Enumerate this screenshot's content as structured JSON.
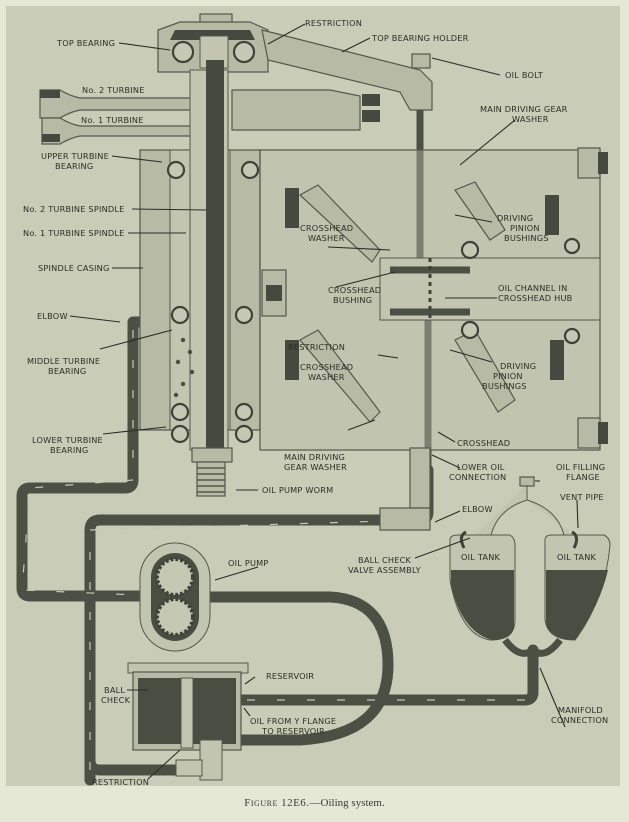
{
  "figure": {
    "caption_prefix": "Figure 12E6.",
    "caption_text": "—Oiling system.",
    "colors": {
      "paper": "#e6e8d6",
      "plate": "#c9cdb8",
      "oil": "#4a4d42",
      "metal": "#b7bba5"
    }
  },
  "labels": {
    "top_bearing": "TOP BEARING",
    "restriction_top": "RESTRICTION",
    "top_bearing_holder": "TOP BEARING HOLDER",
    "oil_bolt": "OIL BOLT",
    "no2_turbine": "No. 2 TURBINE",
    "no1_turbine": "No. 1 TURBINE",
    "main_driving_gear_washer_top_1": "MAIN DRIVING GEAR",
    "main_driving_gear_washer_top_2": "WASHER",
    "upper_turbine_bearing_1": "UPPER TURBINE",
    "upper_turbine_bearing_2": "BEARING",
    "no2_turbine_spindle": "No. 2 TURBINE SPINDLE",
    "no1_turbine_spindle": "No. 1 TURBINE SPINDLE",
    "crosshead_washer_top_1": "CROSSHEAD",
    "crosshead_washer_top_2": "WASHER",
    "driving_pinion_bushings_top_1": "DRIVING",
    "driving_pinion_bushings_top_2": "PINION",
    "driving_pinion_bushings_top_3": "BUSHINGS",
    "spindle_casing": "SPINDLE CASING",
    "crosshead_bushing_1": "CROSSHEAD",
    "crosshead_bushing_2": "BUSHING",
    "oil_channel_1": "OIL CHANNEL IN",
    "oil_channel_2": "CROSSHEAD HUB",
    "elbow_left": "ELBOW",
    "middle_turbine_bearing_1": "MIDDLE TURBINE",
    "middle_turbine_bearing_2": "BEARING",
    "restriction_mid": "RESTRICTION",
    "crosshead_washer_bottom_1": "CROSSHEAD",
    "crosshead_washer_bottom_2": "WASHER",
    "driving_pinion_bushings_bottom_1": "DRIVING",
    "driving_pinion_bushings_bottom_2": "PINION",
    "driving_pinion_bushings_bottom_3": "BUSHINGS",
    "lower_turbine_bearing_1": "LOWER TURBINE",
    "lower_turbine_bearing_2": "BEARING",
    "main_driving_gear_washer_bottom_1": "MAIN DRIVING",
    "main_driving_gear_washer_bottom_2": "GEAR WASHER",
    "crosshead": "CROSSHEAD",
    "lower_oil_connection_1": "LOWER OIL",
    "lower_oil_connection_2": "CONNECTION",
    "oil_filling_flange_1": "OIL FILLING",
    "oil_filling_flange_2": "FLANGE",
    "oil_pump_worm": "OIL PUMP WORM",
    "elbow_right": "ELBOW",
    "vent_pipe": "VENT PIPE",
    "ball_check_valve_1": "BALL CHECK",
    "ball_check_valve_2": "VALVE ASSEMBLY",
    "oil_tank_left": "OIL TANK",
    "oil_tank_right": "OIL TANK",
    "oil_pump": "OIL PUMP",
    "reservoir": "RESERVOIR",
    "ball_check_1": "BALL",
    "ball_check_2": "CHECK",
    "oil_from_y_flange_1": "OIL FROM Y FLANGE",
    "oil_from_y_flange_2": "TO RESERVOIR",
    "manifold_connection_1": "MANIFOLD",
    "manifold_connection_2": "CONNECTION",
    "restriction_bottom": "RESTRICTION"
  }
}
